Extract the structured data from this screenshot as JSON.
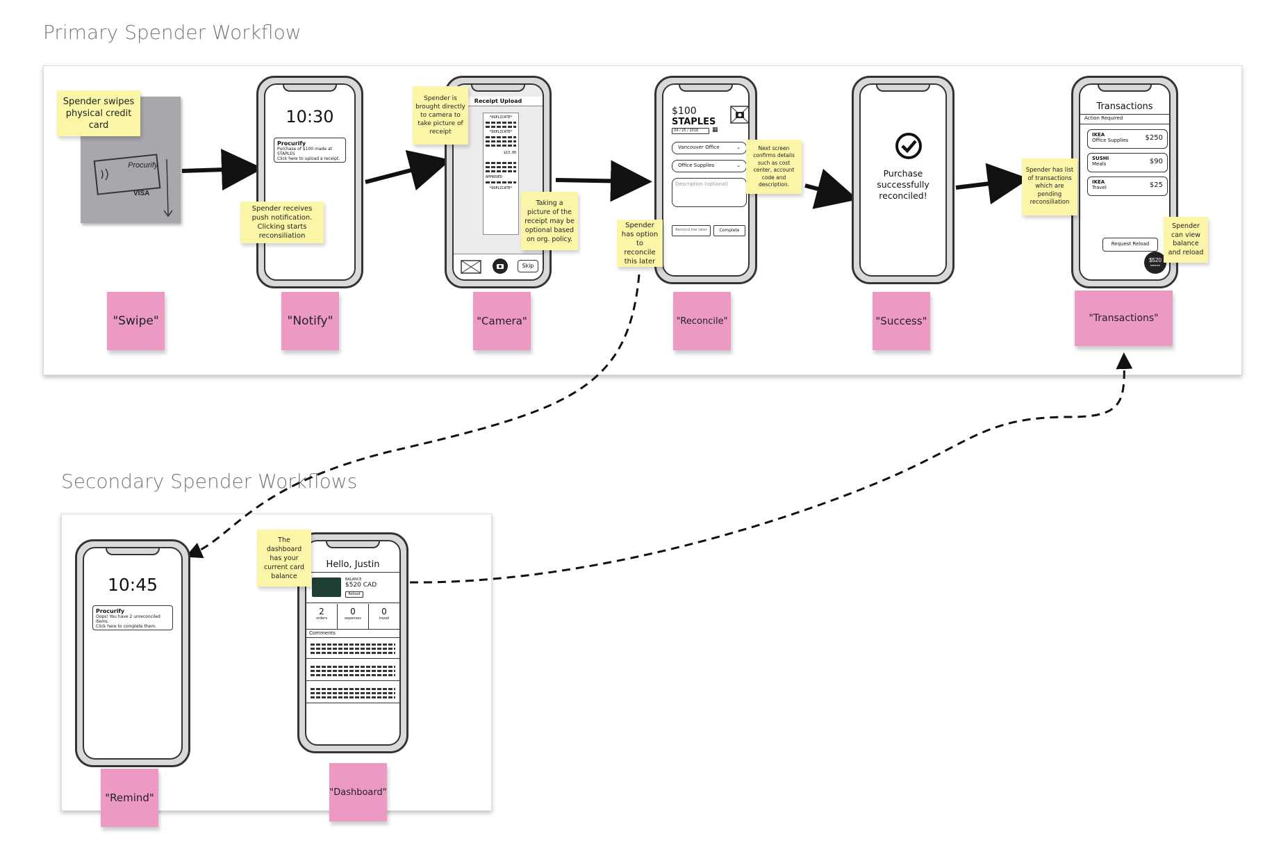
{
  "titles": {
    "primary": "Primary Spender Workflow",
    "secondary": "Secondary Spender Workflows"
  },
  "stickies": {
    "swipe_note": "Spender swipes physical credit card",
    "notify_note": "Spender receives push notification. Clicking starts reconsiliation",
    "camera_note_top": "Spender is brought directly to camera to take picture of receipt",
    "camera_note_bottom": "Taking a picture of the receipt may be optional based on org. policy.",
    "reconcile_left_note": "Spender has option to reconcile this later",
    "reconcile_right_note": "Next screen confirms details such as cost center, account code and description.",
    "transactions_left_note": "Spender has list of transactions which are pending reconsiliation",
    "transactions_right_note": "Spender can view balance and reload",
    "dashboard_note": "The dashboard has your current card balance"
  },
  "labels": {
    "swipe": "\"Swipe\"",
    "notify": "\"Notify\"",
    "camera": "\"Camera\"",
    "reconcile": "\"Reconcile\"",
    "success": "\"Success\"",
    "transactions": "\"Transactions\"",
    "remind": "\"Remind\"",
    "dashboard": "\"Dashboard\""
  },
  "card": {
    "brand": "Procurify",
    "network": "VISA"
  },
  "notify_screen": {
    "time": "10:30",
    "app": "Procurify",
    "line1": "Purchase of $100 made at STAPLES",
    "line2": "Click here to upload a receipt."
  },
  "camera_screen": {
    "title": "Receipt Upload",
    "dup1": "*DUPLICATE*",
    "dup2": "*DUPLICATE*",
    "total": "$13.00",
    "approved": "APPROVED",
    "dup3": "*DUPLICATE*",
    "skip": "Skip"
  },
  "reconcile_screen": {
    "amount": "$100",
    "vendor": "STAPLES",
    "date": "04 / 25 / 2016",
    "office": "Vancouver Office",
    "category": "Office Supplies",
    "description_placeholder": "Description (optional)",
    "remind_btn": "Remind me later",
    "complete_btn": "Complete"
  },
  "success_screen": {
    "message": "Purchase successfully reconciled!"
  },
  "transactions_screen": {
    "title": "Transactions",
    "subtitle": "Action Required",
    "items": [
      {
        "vendor": "IKEA",
        "category": "Office Supplies",
        "amount": "$250"
      },
      {
        "vendor": "SUSHI",
        "category": "Meals",
        "amount": "$90"
      },
      {
        "vendor": "IKEA",
        "category": "Travel",
        "amount": "$25"
      }
    ],
    "reload_btn": "Request Reload",
    "balance": "$520",
    "balance_sub": "balance"
  },
  "remind_screen": {
    "time": "10:45",
    "app": "Procurify",
    "line1": "Oops! You have 2 unreconciled items.",
    "line2": "Click here to complete them."
  },
  "dashboard_screen": {
    "greeting": "Hello, Justin",
    "balance_label": "BALANCE",
    "balance": "$520 CAD",
    "reload_btn": "Reload",
    "stats": [
      {
        "value": "2",
        "label": "orders"
      },
      {
        "value": "0",
        "label": "expenses"
      },
      {
        "value": "0",
        "label": "travel"
      }
    ],
    "comments_title": "Comments"
  }
}
